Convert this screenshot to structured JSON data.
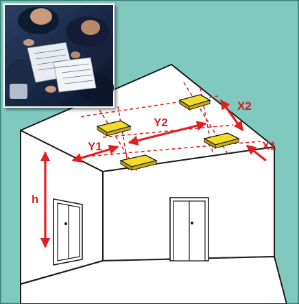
{
  "colors": {
    "background": "#7fc9bf",
    "border": "#3c7f78",
    "dimension": "#e11f1f",
    "fixture": "#f2dc2b",
    "wall": "#ffffff",
    "line": "#1a1a1a"
  },
  "labels": {
    "x1": "X1",
    "x2": "X2",
    "y1": "Y1",
    "y2": "Y2",
    "h": "h"
  },
  "photo": {
    "subject": "business-meeting-photo"
  }
}
